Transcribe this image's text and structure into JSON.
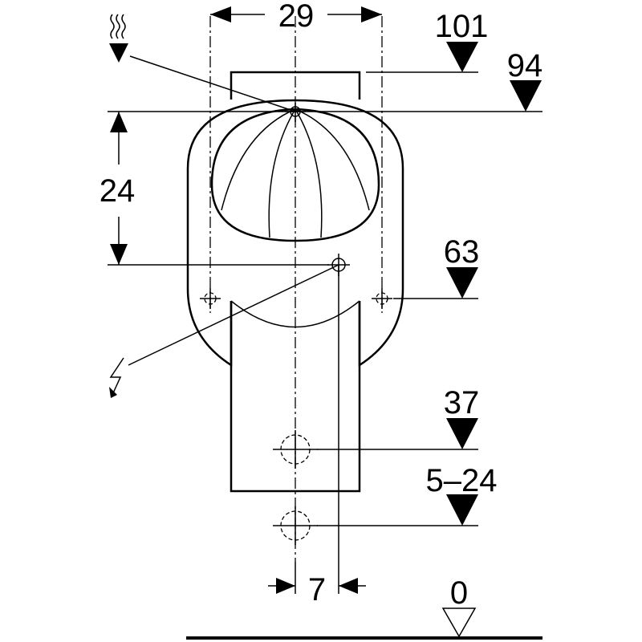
{
  "dimensions": {
    "width_top": "29",
    "height_left": "24",
    "offset_bottom": "7",
    "level_101": "101",
    "level_94": "94",
    "level_63": "63",
    "level_37": "37",
    "level_5_24": "5–24",
    "level_0": "0"
  },
  "icons": {
    "water_supply": "water-supply-icon",
    "electrical": "electrical-icon"
  },
  "colors": {
    "line": "#000000",
    "background": "#ffffff"
  }
}
